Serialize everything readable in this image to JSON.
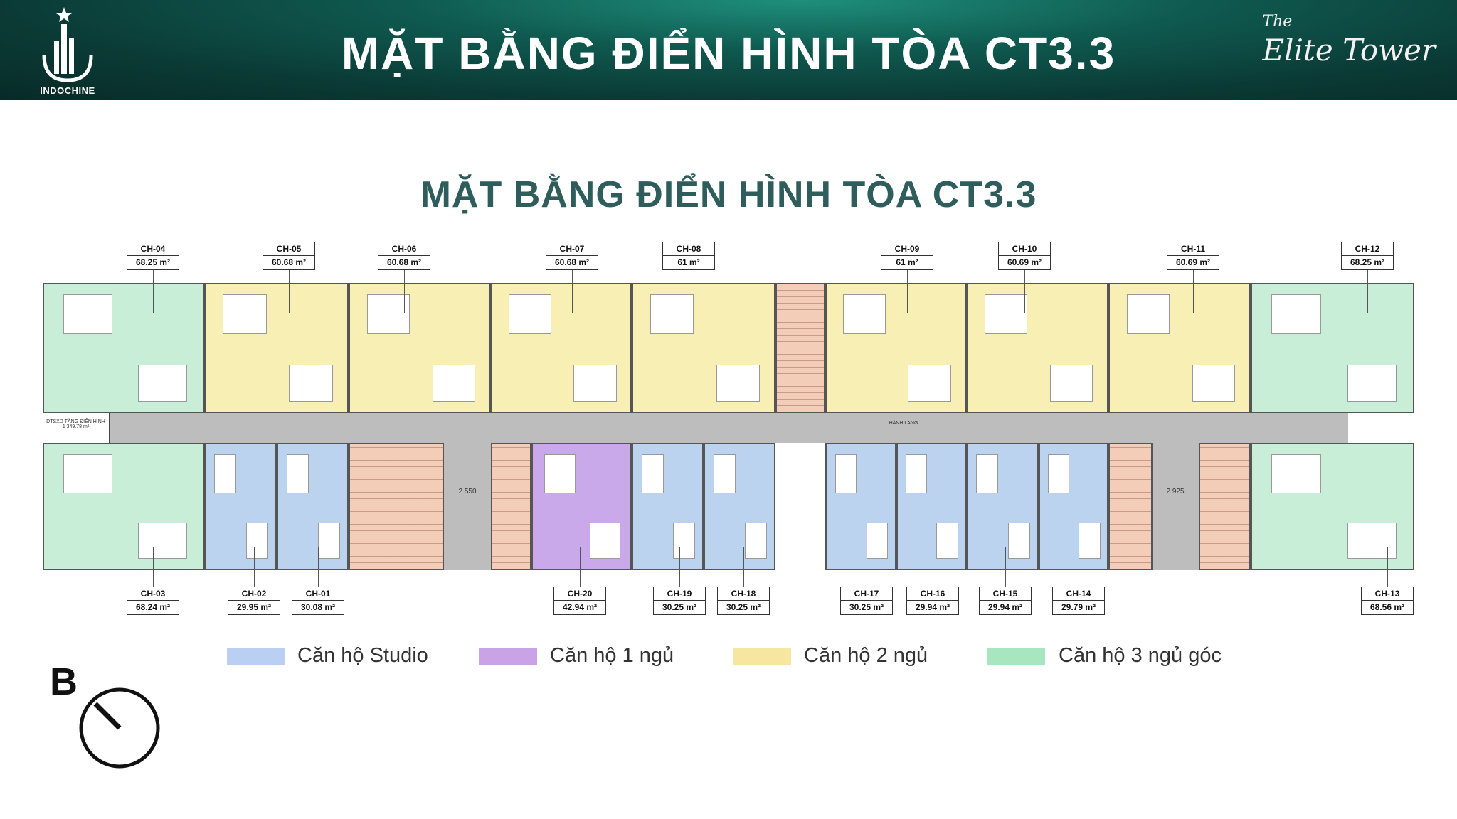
{
  "header": {
    "title": "MẶT BẰNG ĐIỂN HÌNH TÒA CT3.3",
    "brand": "INDOCHINE",
    "project_logo_the": "The",
    "project_logo": "Elite Tower"
  },
  "plan": {
    "title": "MẶT BẰNG ĐIỂN HÌNH TÒA CT3.3",
    "floor_area_label": "DTSXD TẦNG ĐIỂN HÌNH",
    "floor_area": "1 349.78 m²",
    "corridor_label": "HÀNH LANG",
    "dim_left": "2 550",
    "dim_right": "2 925",
    "top_units": [
      {
        "id": "CH-04",
        "area": "68.25 m²"
      },
      {
        "id": "CH-05",
        "area": "60.68 m²"
      },
      {
        "id": "CH-06",
        "area": "60.68 m²"
      },
      {
        "id": "CH-07",
        "area": "60.68 m²"
      },
      {
        "id": "CH-08",
        "area": "61 m²"
      },
      {
        "id": "CH-09",
        "area": "61 m²"
      },
      {
        "id": "CH-10",
        "area": "60.69 m²"
      },
      {
        "id": "CH-11",
        "area": "60.69 m²"
      },
      {
        "id": "CH-12",
        "area": "68.25 m²"
      }
    ],
    "bottom_units": [
      {
        "id": "CH-03",
        "area": "68.24 m²"
      },
      {
        "id": "CH-02",
        "area": "29.95 m²"
      },
      {
        "id": "CH-01",
        "area": "30.08 m²"
      },
      {
        "id": "CH-20",
        "area": "42.94 m²"
      },
      {
        "id": "CH-19",
        "area": "30.25 m²"
      },
      {
        "id": "CH-18",
        "area": "30.25 m²"
      },
      {
        "id": "CH-17",
        "area": "30.25 m²"
      },
      {
        "id": "CH-16",
        "area": "29.94 m²"
      },
      {
        "id": "CH-15",
        "area": "29.94 m²"
      },
      {
        "id": "CH-14",
        "area": "29.79 m²"
      },
      {
        "id": "CH-13",
        "area": "68.56 m²"
      }
    ]
  },
  "legend": [
    {
      "label": "Căn hộ Studio",
      "color": "#b9d0f3"
    },
    {
      "label": "Căn hộ 1 ngủ",
      "color": "#c9a3e6"
    },
    {
      "label": "Căn hộ 2 ngủ",
      "color": "#f7e6a0"
    },
    {
      "label": "Căn hộ 3 ngủ góc",
      "color": "#a8e6c0"
    }
  ],
  "compass": {
    "direction": "B"
  }
}
